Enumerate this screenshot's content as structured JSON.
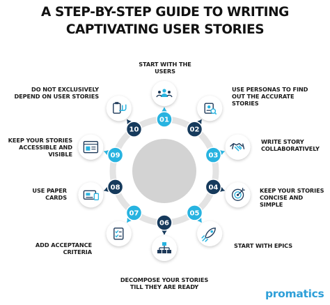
{
  "title": {
    "line1": "A STEP-BY-STEP GUIDE TO WRITING",
    "line2": "CAPTIVATING USER STORIES"
  },
  "brand": "promatics",
  "colors": {
    "navy": "#163a5c",
    "teal": "#27b3e0",
    "ring": "#e3e3e3",
    "center": "#d3d3d3",
    "brand": "#2e9fd8"
  },
  "steps": [
    {
      "num": "01",
      "label": "START WITH THE USERS",
      "icon": "users-group-icon"
    },
    {
      "num": "02",
      "label": "USE PERSONAS TO FIND OUT THE ACCURATE STORIES",
      "icon": "persona-card-icon"
    },
    {
      "num": "03",
      "label": "WRITE STORY COLLABORATIVELY",
      "icon": "handshake-icon"
    },
    {
      "num": "04",
      "label": "KEEP YOUR STORIES CONCISE AND SIMPLE",
      "icon": "idea-target-icon"
    },
    {
      "num": "05",
      "label": "START WITH EPICS",
      "icon": "rocket-icon"
    },
    {
      "num": "06",
      "label": "DECOMPOSE YOUR STORIES TILL THEY ARE READY",
      "icon": "hierarchy-icon"
    },
    {
      "num": "07",
      "label": "ADD ACCEPTANCE CRITERIA",
      "icon": "checklist-icon"
    },
    {
      "num": "08",
      "label": "USE PAPER CARDS",
      "icon": "paper-card-icon"
    },
    {
      "num": "09",
      "label": "KEEP YOUR STORIES ACCESSIBLE AND VISIBLE",
      "icon": "browser-window-icon"
    },
    {
      "num": "10",
      "label": "DO NOT EXCLUSIVELY DEPEND ON USER STORIES",
      "icon": "clipboard-hand-icon"
    }
  ]
}
